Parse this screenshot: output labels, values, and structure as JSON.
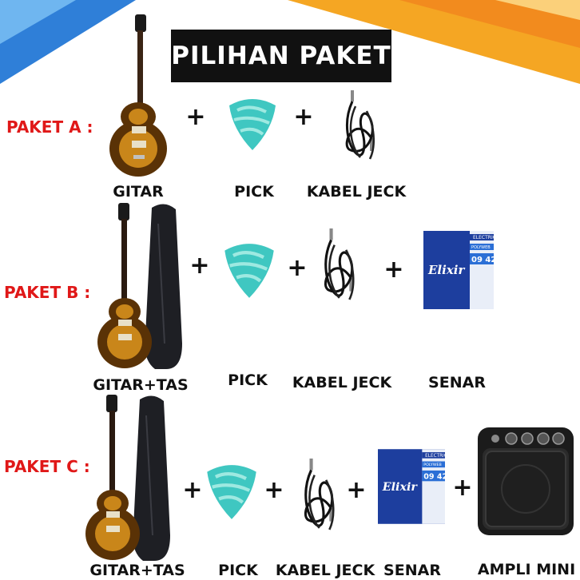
{
  "title": "PILIHAN PAKET",
  "colors": {
    "label_red": "#e01818",
    "title_bg": "#111111",
    "accent_orange": "#f5a623",
    "accent_blue": "#2f7fd8"
  },
  "packages": [
    {
      "label": "PAKET A :",
      "items": [
        {
          "icon": "guitar-icon",
          "caption": "GITAR"
        },
        {
          "icon": "pick-icon",
          "caption": "PICK"
        },
        {
          "icon": "cable-icon",
          "caption": "KABEL JECK"
        }
      ]
    },
    {
      "label": "PAKET B :",
      "items": [
        {
          "icon": "guitar-with-case-icon",
          "caption": "GITAR+TAS"
        },
        {
          "icon": "pick-icon",
          "caption": "PICK"
        },
        {
          "icon": "cable-icon",
          "caption": "KABEL JECK"
        },
        {
          "icon": "strings-pack-icon",
          "caption": "SENAR"
        }
      ]
    },
    {
      "label": "PAKET C :",
      "items": [
        {
          "icon": "guitar-with-case-icon",
          "caption": "GITAR+TAS"
        },
        {
          "icon": "pick-icon",
          "caption": "PICK"
        },
        {
          "icon": "cable-icon",
          "caption": "KABEL JECK"
        },
        {
          "icon": "strings-pack-icon",
          "caption": "SENAR"
        },
        {
          "icon": "mini-amp-icon",
          "caption": "AMPLI MINI"
        }
      ]
    }
  ],
  "plus_sign": "+",
  "strings_pack": {
    "brand": "Elixir",
    "header": "ELECTRIC",
    "gauge": "09 42",
    "coating": "POLYWEB"
  }
}
